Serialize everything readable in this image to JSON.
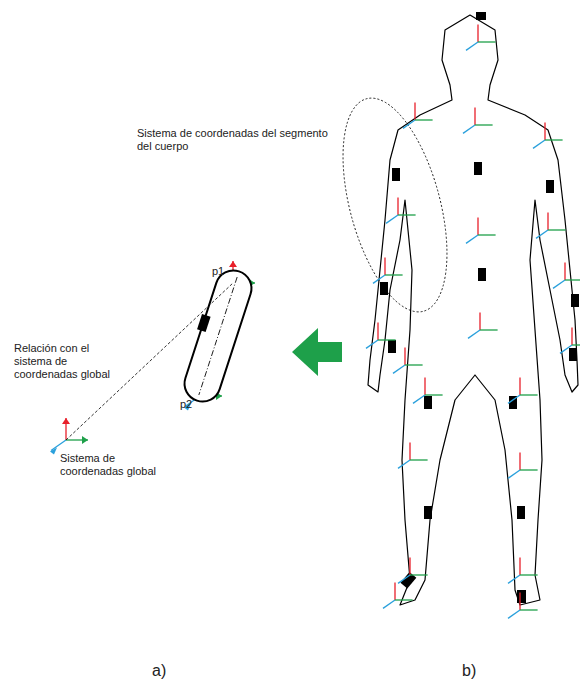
{
  "diagram": {
    "labels": [
      "Sistema de coordenadas del segmento del cuerpo",
      "p1",
      "p2",
      "Relación con el sistema de coordenadas global",
      "Sistema de coordenadas global",
      "a)",
      "b)"
    ]
  }
}
